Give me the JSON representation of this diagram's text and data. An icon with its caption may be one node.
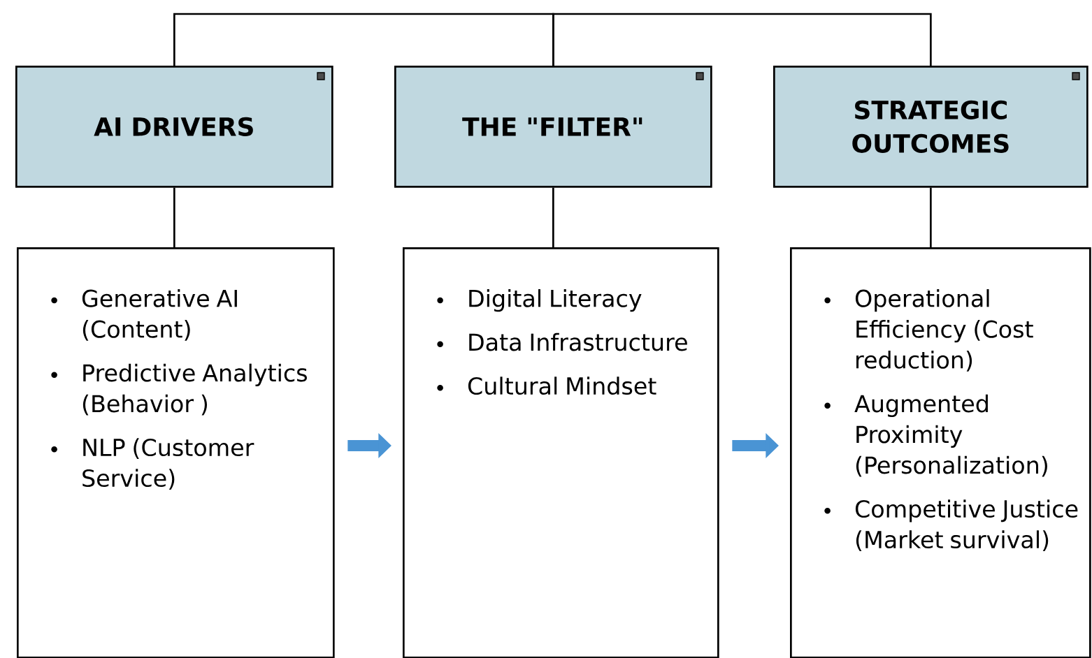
{
  "diagram": {
    "nodes": [
      {
        "text": [
          "AI DRIVERS"
        ]
      },
      {
        "text": [
          "THE \"FILTER\""
        ]
      },
      {
        "text": [
          "STRATEGIC OUTCOMES"
        ]
      },
      {
        "text": [
          "Generative AI (Content)",
          "Predictive Analytics (Behavior )",
          "NLP (Customer Service)"
        ]
      },
      {
        "text": [
          "Digital Literacy",
          "Data Infrastructure",
          "Cultural Mindset"
        ]
      },
      {
        "text": [
          "Operational Efficiency (Cost reduction)",
          "Augmented Proximity (Personalization)",
          "Competitive Justice (Market survival)"
        ]
      }
    ],
    "edges": [
      {
        "from": 0,
        "to": 1,
        "arrow": "none"
      },
      {
        "from": 1,
        "to": 2,
        "arrow": "none"
      },
      {
        "from": 0,
        "to": 3,
        "arrow": "none"
      },
      {
        "from": 1,
        "to": 4,
        "arrow": "none"
      },
      {
        "from": 2,
        "to": 5,
        "arrow": "none"
      },
      {
        "from": 3,
        "to": 4,
        "arrow": "to",
        "style": "thick",
        "color": "#4a94d4"
      },
      {
        "from": 4,
        "to": 5,
        "arrow": "to",
        "style": "thick",
        "color": "#4a94d4"
      }
    ]
  }
}
